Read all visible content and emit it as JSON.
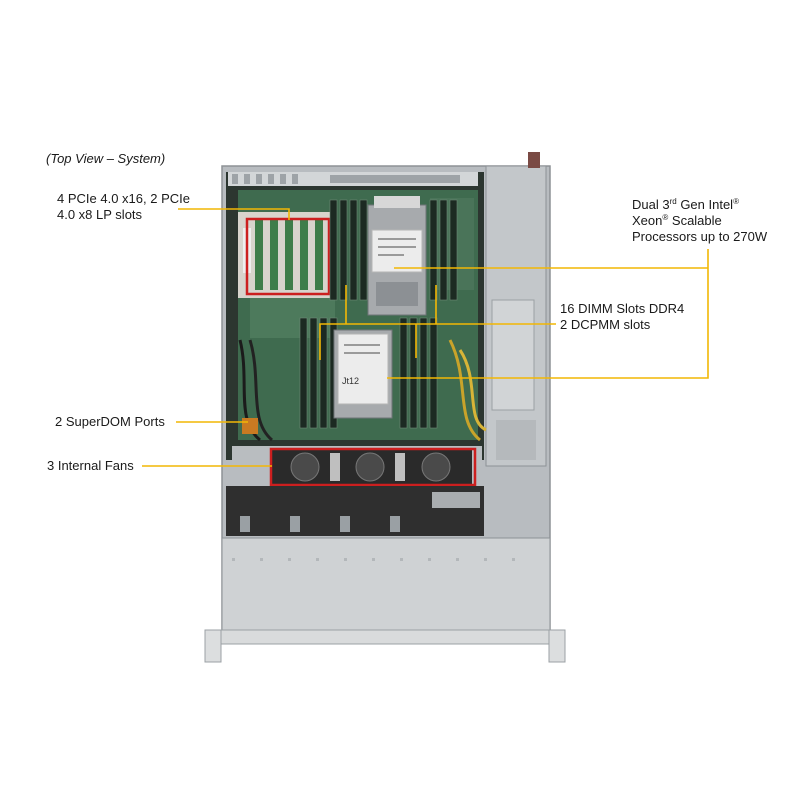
{
  "caption": "(Top View – System)",
  "callouts": {
    "pcie": {
      "line1": "4 PCIe 4.0 x16, 2 PCIe",
      "line2": "4.0 x8 LP slots"
    },
    "cpu": {
      "line1_pre": "Dual 3",
      "line1_sup": "rd",
      "line1_post": " Gen Intel",
      "line1_reg": "®",
      "line2_pre": "Xeon",
      "line2_reg": "®",
      "line2_post": " Scalable",
      "line3": "Processors up to 270W"
    },
    "dimm": {
      "line1": "16 DIMM Slots DDR4",
      "line2": "2 DCPMM slots"
    },
    "superdom": {
      "text": "2 SuperDOM Ports"
    },
    "fans": {
      "text": "3 Internal  Fans"
    }
  },
  "chip_labels": {
    "cpu2_mark": "Jt12"
  },
  "colors": {
    "leader": "#f2b705",
    "highlight": "#cc1f1f",
    "chassis": "#c9cccf",
    "board": "#3f6b4f"
  }
}
